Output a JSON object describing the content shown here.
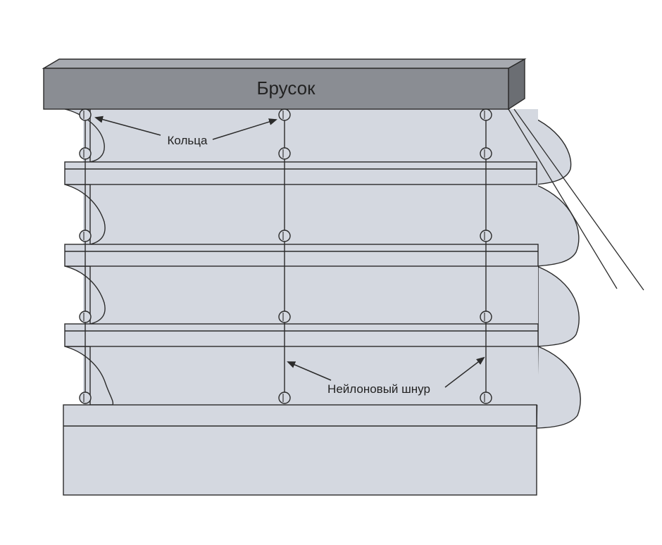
{
  "labels": {
    "rail": "Брусок",
    "rings": "Кольца",
    "cord": "Нейлоновый шнур"
  },
  "colors": {
    "fabric": "#d4d8e0",
    "rail_front": "#8a8d93",
    "rail_top": "#a7aab0",
    "rail_side": "#6b6e73",
    "stroke": "#2b2b2b",
    "background": "#ffffff"
  }
}
